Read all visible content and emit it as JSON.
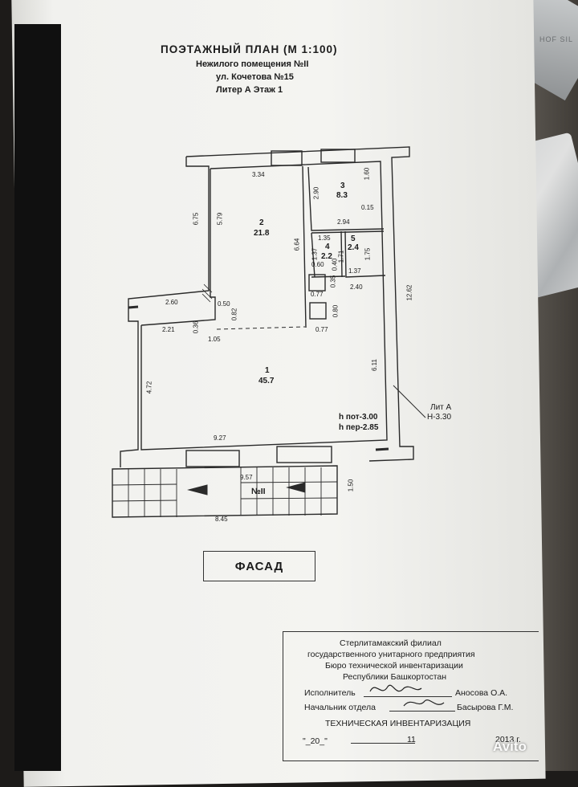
{
  "header": {
    "title": "ПОЭТАЖНЫЙ  ПЛАН  (М 1:100)",
    "line1": "Нежилого помещения  №II",
    "line2": "ул. Кочетова №15",
    "line3": "Литер А    Этаж 1"
  },
  "rooms": [
    {
      "number": "1",
      "area": "45.7"
    },
    {
      "number": "2",
      "area": "21.8"
    },
    {
      "number": "3",
      "area": "8.3"
    },
    {
      "number": "4",
      "area": "2.2"
    },
    {
      "number": "5",
      "area": "2.4"
    }
  ],
  "dimensions": [
    "3.34",
    "1.60",
    "2.90",
    "0.15",
    "2.94",
    "6.75",
    "5.79",
    "6.64",
    "1.35",
    "1.37",
    "0.40",
    "1.71",
    "1.75",
    "1.37",
    "0.60",
    "0.35",
    "0.77",
    "2.40",
    "12.62",
    "2.60",
    "0.50",
    "2.21",
    "0.36",
    "0.82",
    "1.05",
    "0.80",
    "0.77",
    "6.11",
    "4.72",
    "9.27",
    "9.57",
    "1.50",
    "8.45"
  ],
  "heights": {
    "hpot": "h пот-3.00",
    "hper": "h пер-2.85",
    "lit": "Лит А",
    "lit_h": "Н-3.30"
  },
  "entrance_label": "№II",
  "facade_label": "ФАСАД",
  "stamp": {
    "org1": "Стерлитамакский филиал",
    "org2": "государственного унитарного предприятия",
    "org3": "Бюро технической инвентаризации",
    "org4": "Республики Башкортостан",
    "executor_label": "Исполнитель",
    "executor_name": "Аносова О.А.",
    "chief_label": "Начальник отдела",
    "chief_name": "Басырова Г.М.",
    "inventory": "ТЕХНИЧЕСКАЯ ИНВЕНТАРИЗАЦИЯ",
    "date_day": "\"_20_\"",
    "date_month": "11",
    "date_year": "2013 г."
  },
  "watermark": "Avito",
  "box_text": "HOF SIL"
}
